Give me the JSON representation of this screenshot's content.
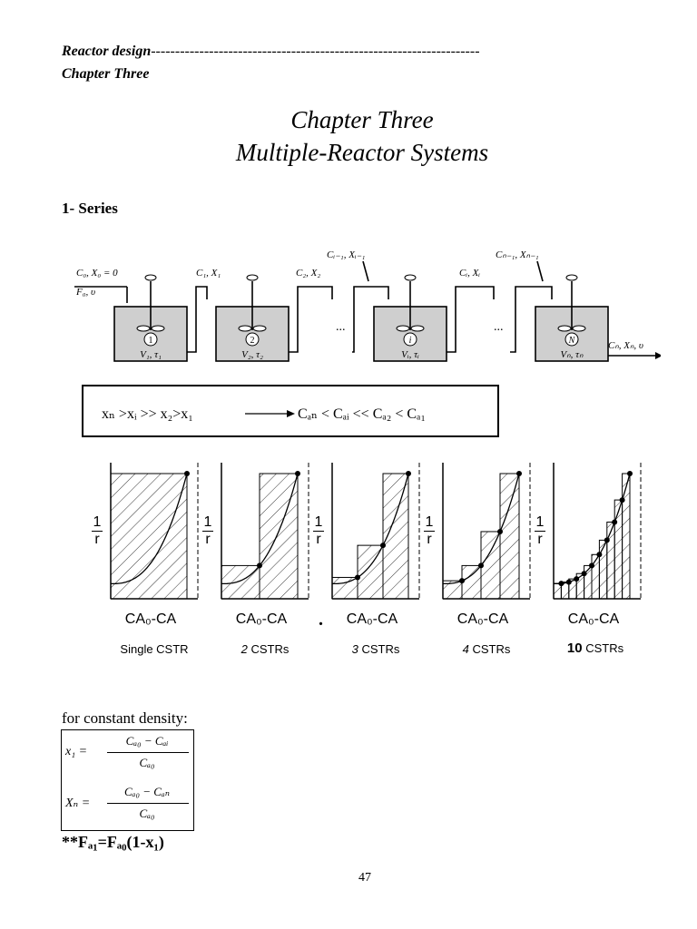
{
  "header": {
    "line1": "Reactor design",
    "dashes": "--------------------------------------------------------------------",
    "line2": "Chapter Three"
  },
  "title": {
    "line1": "Chapter Three",
    "line2": "Multiple-Reactor Systems"
  },
  "section": "1- Series",
  "schematic": {
    "inlet_top": "C₀, X₀ = 0",
    "inlet_bottom": "F₀, υ",
    "stream1": "C₁, X₁",
    "stream2": "C₂, X₂",
    "stream_i_minus_1": "Cᵢ₋₁, Xᵢ₋₁",
    "stream_i": "Cᵢ, Xᵢ",
    "stream_n_minus_1": "Cₙ₋₁, Xₙ₋₁",
    "outlet": "Cₙ, Xₙ, υ",
    "ellipsis": "...",
    "reactors": [
      {
        "num": "1",
        "label": "V₁, τ₁"
      },
      {
        "num": "2",
        "label": "V₂, τ₂"
      },
      {
        "num": "i",
        "label": "Vᵢ, τᵢ"
      },
      {
        "num": "N",
        "label": "Vₙ, τₙ"
      }
    ]
  },
  "comparison": {
    "x_side": "xₙ >xᵢ >> x₂>x₁",
    "c_side": "Cₐₙ < Cₐᵢ << Cₐ₂ < Cₐ₁"
  },
  "plots": {
    "ylabel_num": "1",
    "ylabel_den": "r",
    "xlabel": "CA₀-CA",
    "dot": ".",
    "captions": [
      {
        "num": "",
        "text": "Single  CSTR"
      },
      {
        "num": "2",
        "text": "CSTRs"
      },
      {
        "num": "3",
        "text": "CSTRs"
      },
      {
        "num": "4",
        "text": "CSTRs"
      },
      {
        "num": "10",
        "text": "CSTRs"
      }
    ]
  },
  "density_label": "for constant density:",
  "formulas": {
    "f1_lhs": "x₁ =",
    "f1_num": "Cₐ₀ − Cₐᵢ",
    "f1_den": "Cₐ₀",
    "f2_lhs": "Xₙ =",
    "f2_num": "Cₐ₀ − Cₐₙ",
    "f2_den": "Cₐ₀"
  },
  "flow_formula": "**Fₐ₁=Fₐ₀(1-x₁)",
  "page_number": "47"
}
